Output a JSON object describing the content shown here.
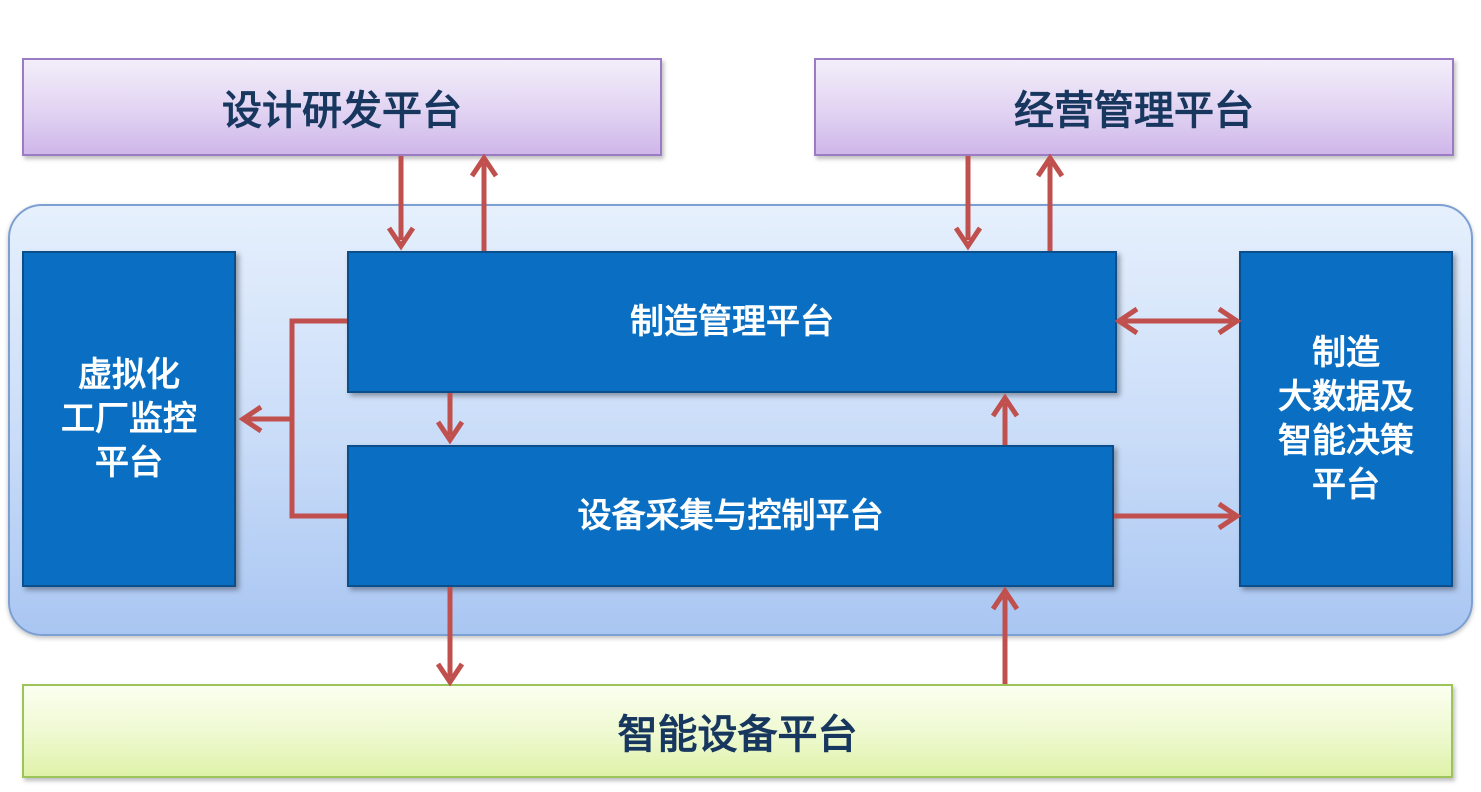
{
  "diagram": {
    "design_platform": "设计研发平台",
    "business_platform": "经营管理平台",
    "manufacturing_platform": "制造管理平台",
    "equipment_platform": "设备采集与控制平台",
    "virtual_factory_platform": "虚拟化\n工厂监控\n平台",
    "big_data_platform": "制造\n大数据及\n智能决策\n平台",
    "smart_device_platform": "智能设备平台"
  },
  "colors": {
    "arrow": "#c0504d",
    "blue_box": "#0a6fc2",
    "container": "#c9dcf8"
  }
}
